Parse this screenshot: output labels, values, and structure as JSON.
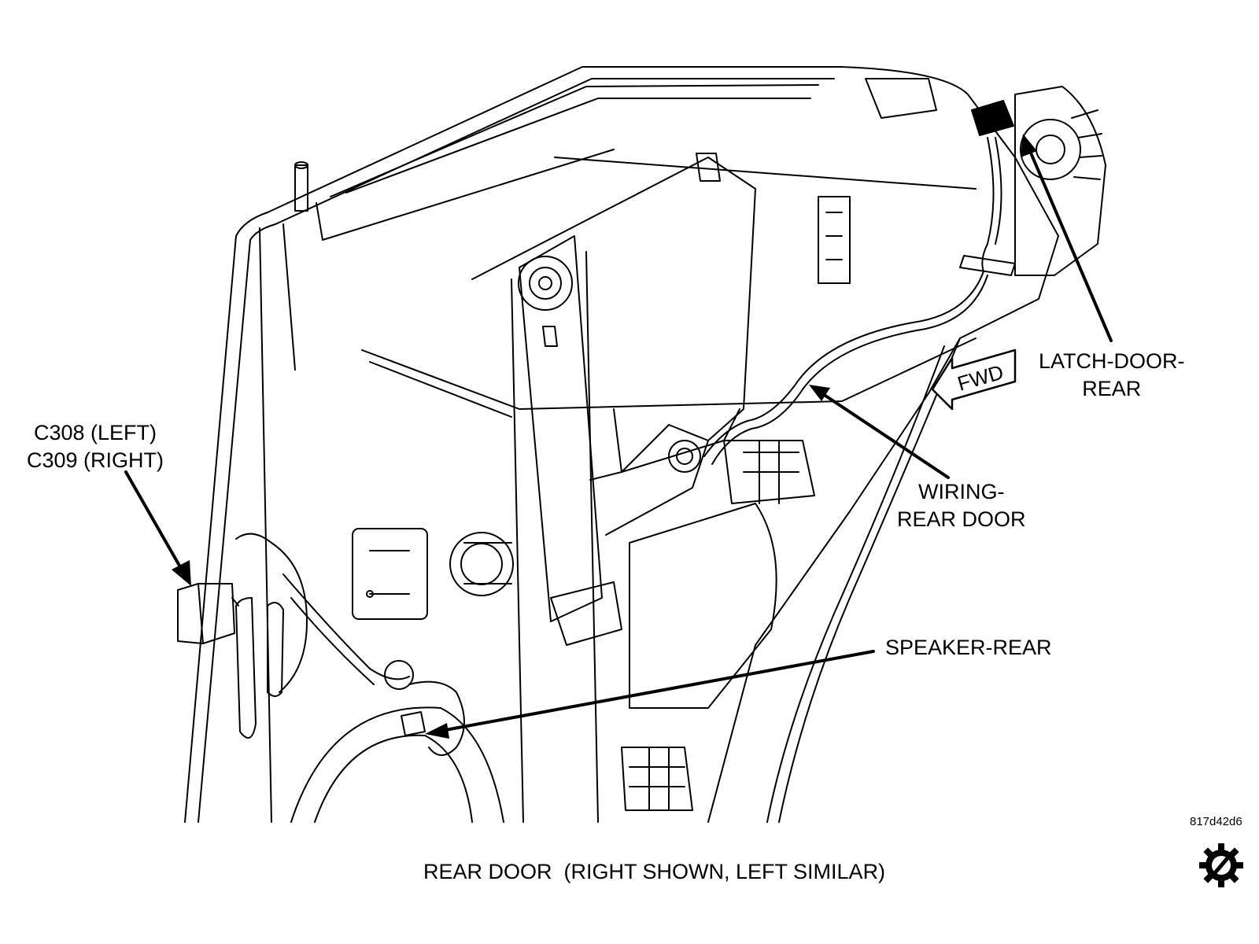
{
  "callouts": {
    "connector_left": "C308 (LEFT)",
    "connector_right": "C309 (RIGHT)",
    "latch_line1": "LATCH-DOOR-",
    "latch_line2": "REAR",
    "wiring_line1": "WIRING-",
    "wiring_line2": "REAR DOOR",
    "speaker": "SPEAKER-REAR",
    "fwd": "FWD"
  },
  "figure_code": "817d42d6",
  "caption": "REAR DOOR  (RIGHT SHOWN, LEFT SIMILAR)",
  "icons": {
    "gear": "gear-icon"
  },
  "colors": {
    "ink": "#000000",
    "background": "#ffffff"
  }
}
